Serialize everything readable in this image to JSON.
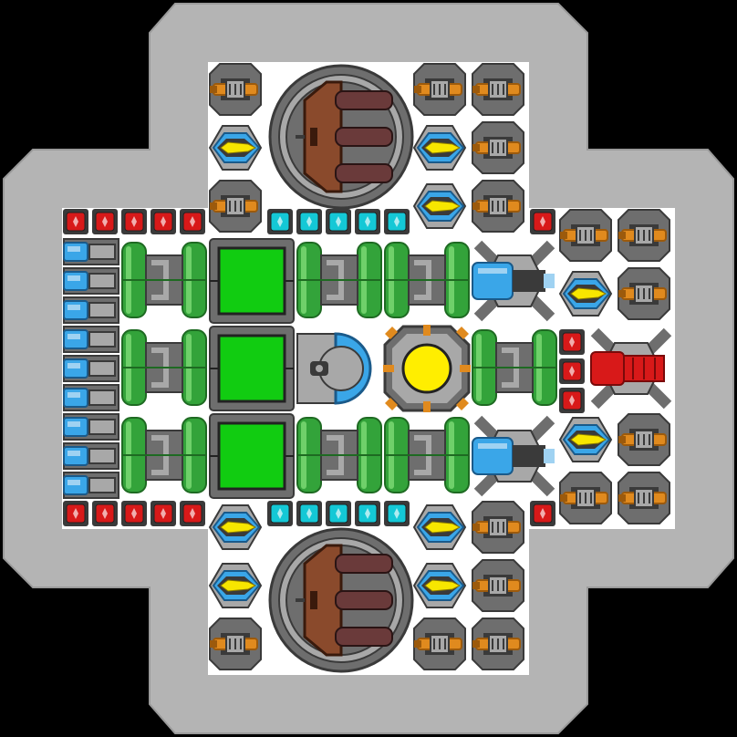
{
  "colors": {
    "background": "#000000",
    "hull": "#b4b4b4",
    "hull_outline": "#8a8a8a",
    "interior": "#ffffff",
    "metal_dark": "#3a3a3a",
    "metal_mid": "#6e6e6e",
    "metal_light": "#a8a8a8",
    "orange": "#e08a1e",
    "orange_dark": "#9c5a0c",
    "yellow": "#f7e600",
    "blue": "#3aa6e8",
    "blue_light": "#9fd2f2",
    "green": "#33a33a",
    "green_light": "#6fd06a",
    "green_dark": "#1e6a22",
    "bright_green": "#11cc11",
    "red": "#d81919",
    "red_dark": "#7a0a0a",
    "cyan": "#14c8d6",
    "brown": "#8a4a2c",
    "maroon": "#6a3a3a",
    "core_yellow": "#ffee00"
  },
  "modules": {
    "hull": "hull-plating",
    "cannon": "autocannon-turret",
    "missile": "missile-launcher",
    "big_turret": "heavy-gun-turret",
    "red_block": "armor-block-red",
    "cyan_block": "armor-block-cyan",
    "tank": "fuel-tank",
    "cargo": "green-cargo-container",
    "thruster": "blue-thruster",
    "core": "ship-core",
    "sensor": "radar-dome",
    "engine": "plasma-engine",
    "red_engine": "red-engine"
  }
}
